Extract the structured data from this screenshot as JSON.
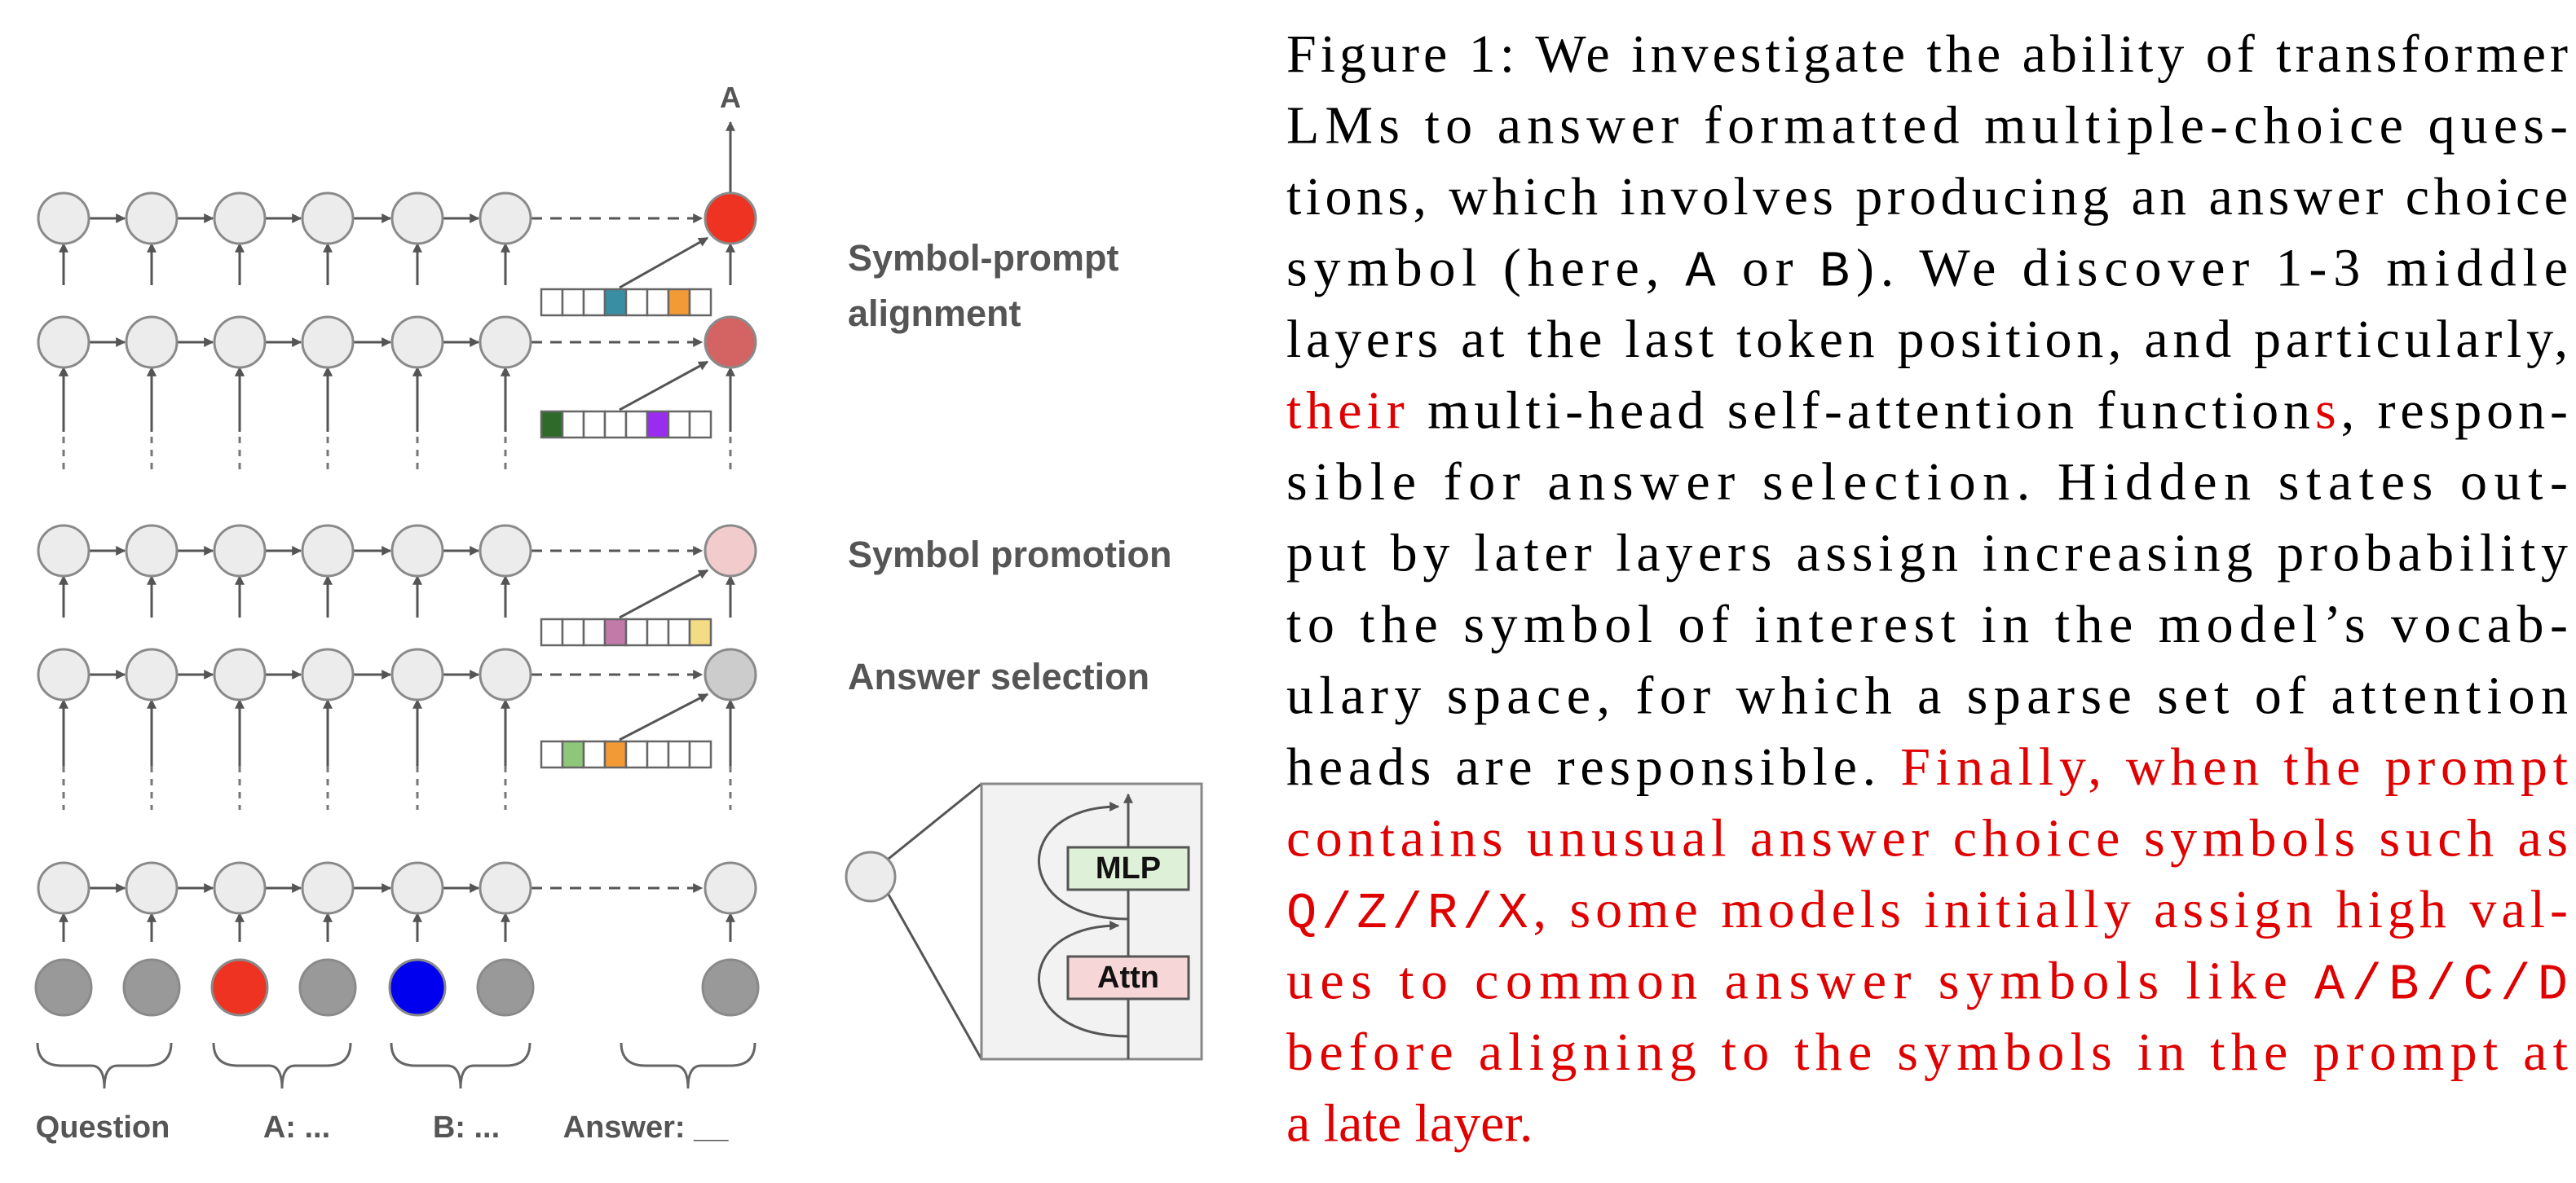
{
  "diagram": {
    "output_label": "A",
    "labels": {
      "symbol_prompt_1": "Symbol-prompt",
      "symbol_prompt_2": "alignment",
      "symbol_promotion": "Symbol promotion",
      "answer_selection": "Answer selection"
    },
    "block": {
      "mlp": "MLP",
      "attn": "Attn"
    },
    "bottom_labels": [
      "Question",
      "A: ...",
      "B: ...",
      "Answer: __"
    ],
    "colors": {
      "node_light": "#ececec",
      "node_dark": "#999999",
      "red": "#ee3322",
      "blue": "#0000ee",
      "red_mid": "#d46464",
      "pink": "#f2cccc",
      "gray_mid": "#cccccc",
      "teal": "#3a8ea3",
      "orange": "#f29a35",
      "green_dark": "#2e6b2a",
      "purple": "#9a2cf0",
      "mauve": "#c27aa8",
      "yellow": "#f3dc84",
      "green_light": "#8fc77a",
      "mlp_fill": "#dff0d8",
      "attn_fill": "#f6d6d6"
    }
  },
  "caption": {
    "lines": [
      [
        {
          "t": "Figure 1: We investigate the ability of transformer"
        }
      ],
      [
        {
          "t": "LMs to answer formatted multiple-choice ques-"
        }
      ],
      [
        {
          "t": "tions, which involves producing an answer choice"
        }
      ],
      [
        {
          "t": "symbol (here, "
        },
        {
          "t": "A",
          "mono": true
        },
        {
          "t": " or "
        },
        {
          "t": "B",
          "mono": true
        },
        {
          "t": "). We discover 1-3 middle"
        }
      ],
      [
        {
          "t": "layers at the last token position, and particularly,"
        }
      ],
      [
        {
          "t": "their",
          "red": true
        },
        {
          "t": " multi-head self-attention function"
        },
        {
          "t": "s",
          "red": true
        },
        {
          "t": ", respon-"
        }
      ],
      [
        {
          "t": "sible for answer selection.  Hidden states out-"
        }
      ],
      [
        {
          "t": "put by later layers assign increasing probability"
        }
      ],
      [
        {
          "t": "to the symbol of interest in the model’s vocab-"
        }
      ],
      [
        {
          "t": "ulary space, for which a sparse set of attention"
        }
      ],
      [
        {
          "t": "heads are responsible. "
        },
        {
          "t": "Finally, when the prompt",
          "red": true
        }
      ],
      [
        {
          "t": "contains unusual answer choice symbols such as",
          "red": true
        }
      ],
      [
        {
          "t": "Q/Z/R/X",
          "red": true,
          "mono": true
        },
        {
          "t": ", some models initially assign high val-",
          "red": true
        }
      ],
      [
        {
          "t": "ues to common answer symbols like ",
          "red": true
        },
        {
          "t": "A/B/C/D",
          "red": true,
          "mono": true
        }
      ],
      [
        {
          "t": "before aligning to the symbols in the prompt at",
          "red": true
        }
      ],
      [
        {
          "t": "a late layer.",
          "red": true
        }
      ]
    ]
  }
}
